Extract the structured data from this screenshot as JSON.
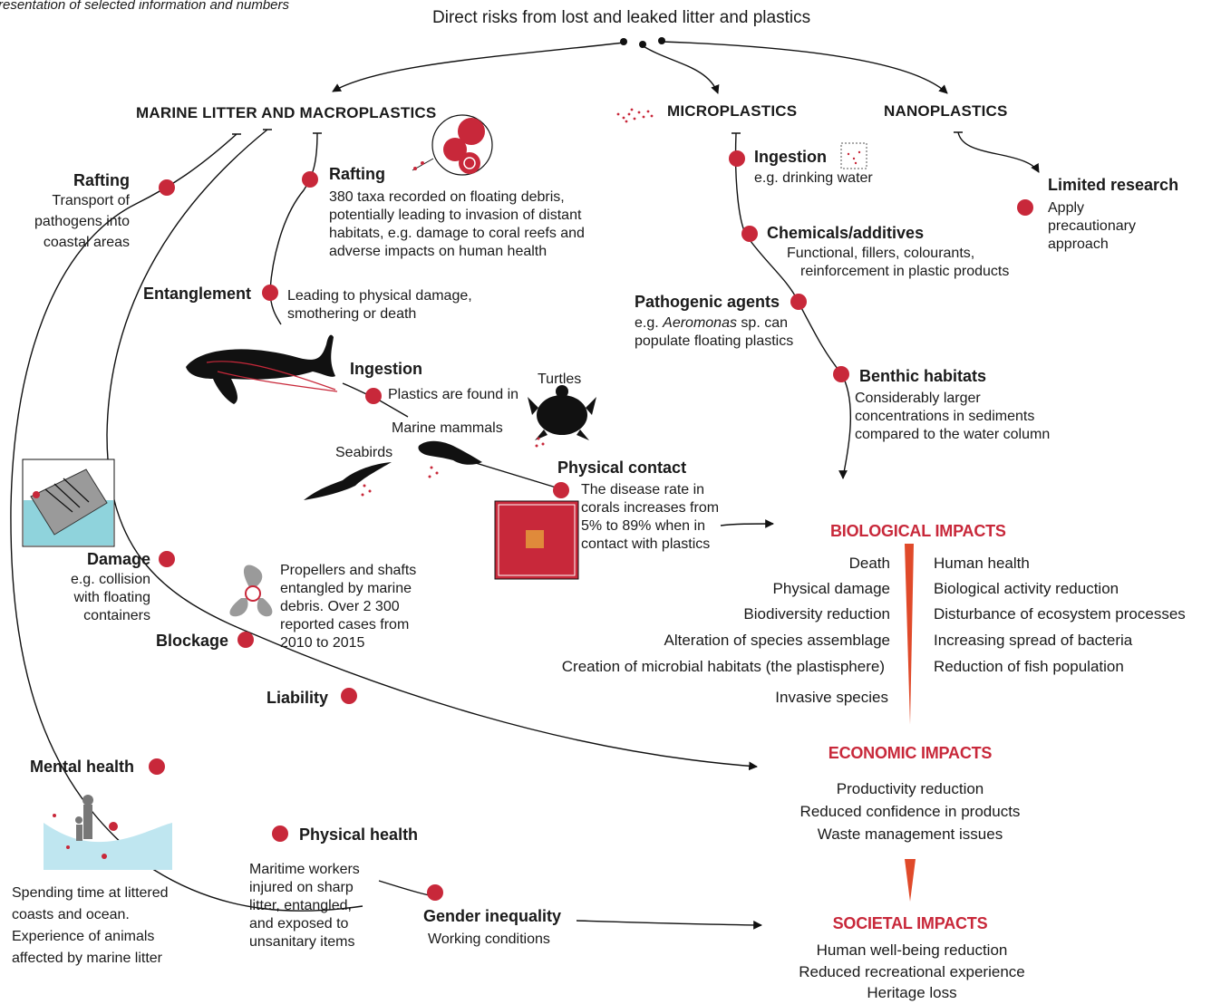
{
  "corner_note": "resentation of selected information and numbers",
  "title": "Direct risks from lost and leaked litter and plastics",
  "categories": {
    "macro": "MARINE LITTER AND MACROPLASTICS",
    "micro": "MICROPLASTICS",
    "nano": "NANOPLASTICS"
  },
  "macro": {
    "rafting_left": {
      "title": "Rafting",
      "lines": [
        "Transport of",
        "pathogens into",
        "coastal areas"
      ]
    },
    "rafting_mid": {
      "title": "Rafting",
      "lines": [
        "380 taxa recorded on floating debris,",
        "potentially leading to invasion of distant",
        "habitats, e.g. damage to coral reefs and",
        "adverse impacts on human health"
      ]
    },
    "entanglement": {
      "title": "Entanglement",
      "lines": [
        "Leading to physical damage,",
        "smothering or death"
      ]
    },
    "ingestion": {
      "title": "Ingestion",
      "text": "Plastics are found in"
    },
    "turtles": "Turtles",
    "marine_mammals": "Marine mammals",
    "seabirds": "Seabirds",
    "physical_contact": {
      "title": "Physical contact",
      "lines": [
        "The disease rate in",
        "corals increases from",
        "5% to 89% when in",
        "contact with plastics"
      ]
    },
    "damage": {
      "title": "Damage",
      "lines": [
        "e.g. collision",
        "with floating",
        "containers"
      ]
    },
    "propellers": {
      "lines": [
        "Propellers and shafts",
        "entangled by marine",
        "debris. Over 2 300",
        "reported cases from",
        "2010 to 2015"
      ]
    },
    "blockage": "Blockage",
    "liability": "Liability",
    "mental_health": {
      "title": "Mental health",
      "lines": [
        "Spending time at littered",
        "coasts and ocean.",
        "Experience of animals",
        "affected by marine litter"
      ]
    },
    "physical_health": {
      "title": "Physical health",
      "lines": [
        "Maritime workers",
        "injured on sharp",
        "litter, entangled,",
        "and exposed to",
        "unsanitary items"
      ]
    },
    "gender": {
      "title": "Gender inequality",
      "text": "Working conditions"
    }
  },
  "micro": {
    "ingestion": {
      "title": "Ingestion",
      "text": "e.g. drinking water"
    },
    "chemicals": {
      "title": "Chemicals/additives",
      "lines": [
        "Functional, fillers, colourants,",
        "reinforcement in plastic products"
      ]
    },
    "pathogenic": {
      "title": "Pathogenic agents",
      "prefix": "e.g. ",
      "italic": "Aeromonas",
      "suffix": " sp. can",
      "line2": "populate floating plastics"
    },
    "benthic": {
      "title": "Benthic habitats",
      "lines": [
        "Considerably larger",
        "concentrations in sediments",
        "compared to the water column"
      ]
    }
  },
  "nano": {
    "limited": {
      "title": "Limited research",
      "lines": [
        "Apply",
        "precautionary",
        "approach"
      ]
    }
  },
  "impacts": {
    "biological": {
      "title": "BIOLOGICAL IMPACTS",
      "left": [
        "Death",
        "Physical damage",
        "Biodiversity reduction",
        "Alteration of species assemblage",
        "Creation of microbial habitats (the plastisphere)",
        "Invasive species"
      ],
      "right": [
        "Human health",
        "Biological activity reduction",
        "Disturbance of ecosystem processes",
        "Increasing spread of bacteria",
        "Reduction of fish population"
      ]
    },
    "economic": {
      "title": "ECONOMIC IMPACTS",
      "items": [
        "Productivity reduction",
        "Reduced confidence in products",
        "Waste management issues"
      ]
    },
    "societal": {
      "title": "SOCIETAL IMPACTS",
      "items": [
        "Human well-being reduction",
        "Reduced recreational experience",
        "Heritage loss"
      ]
    }
  },
  "colors": {
    "dot": "#c8283a",
    "impact_title": "#c8283a",
    "arrow_wedge": "#e04a2a",
    "sea": "#8fd3dc",
    "coral": "#c8283a"
  }
}
